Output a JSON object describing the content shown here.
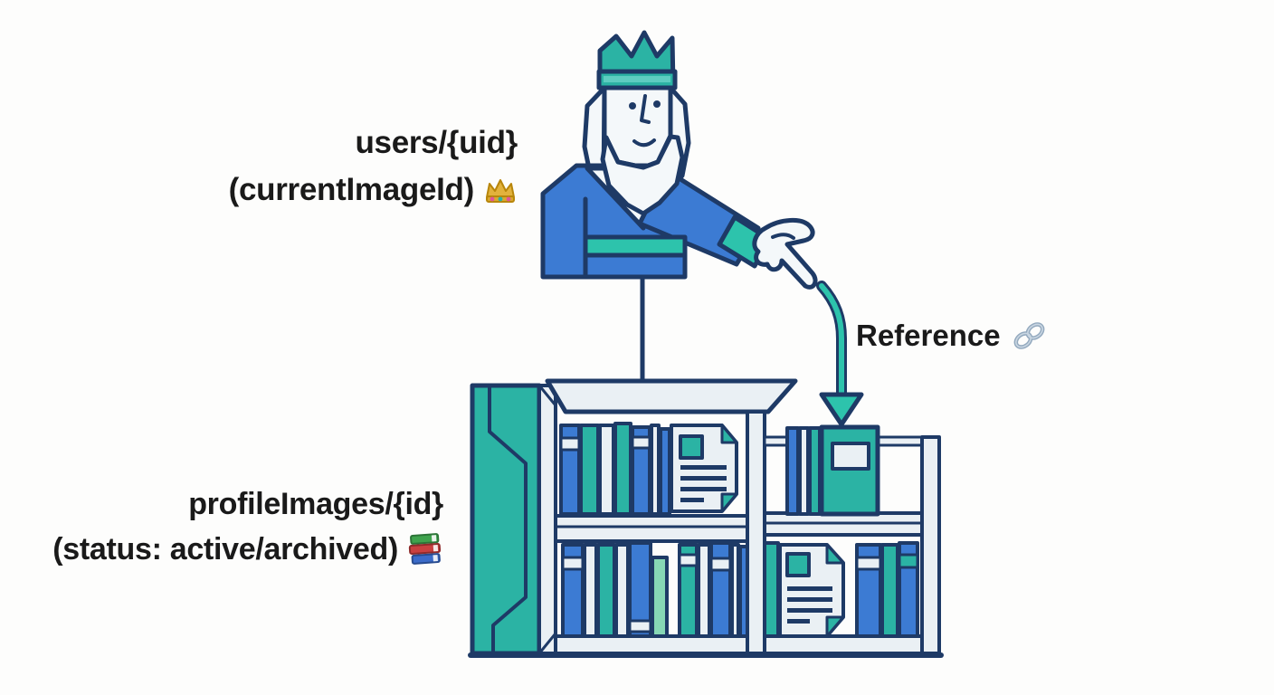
{
  "colors": {
    "bg": "#FDFDFC",
    "ink": "#1A1A1A",
    "navy": "#1E3A66",
    "teal": "#2BB3A4",
    "teal_bright": "#2DC3AC",
    "blue": "#3C7BD3",
    "paper": "#EAF0F4",
    "white": "#F4F8FA",
    "mint": "#87D7B5",
    "gold": "#E2B23C",
    "gold_dark": "#B8860B",
    "link_gray": "#93A9BE",
    "book_green": "#3FA34D",
    "book_red": "#C94040",
    "book_blue": "#3B6BC9"
  },
  "labels": {
    "users_node": {
      "line1": "users/{uid}",
      "line2": "(currentImageId)",
      "emoji_name": "crown-emoji",
      "emoji_char": "👑"
    },
    "images_node": {
      "line1": "profileImages/{id}",
      "line2": "(status: active/archived)",
      "emoji_name": "books-emoji",
      "emoji_char": "📚"
    },
    "reference": {
      "text": "Reference",
      "emoji_name": "link-emoji",
      "emoji_char": "🔗"
    }
  }
}
